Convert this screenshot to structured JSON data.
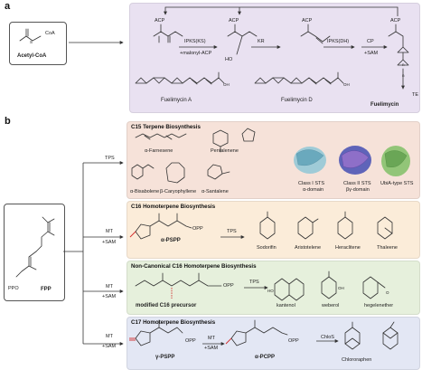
{
  "panel_a": {
    "letter": "a",
    "start_label": "Acetyl-CoA",
    "start_coa": "CoA",
    "start_s": "S",
    "acp": "ACP",
    "steps": [
      {
        "top": "IPKS(KS)",
        "bottom": "+malonyl-ACP"
      },
      {
        "top": "KR",
        "bottom": ""
      },
      {
        "top": "IPKS(DH)",
        "bottom": ""
      },
      {
        "top": "CP",
        "bottom": "+SAM"
      }
    ],
    "te_label": "TE",
    "ho_label": "HO",
    "o_label": "O",
    "n_label": "n",
    "oh_label": "OH",
    "products": [
      {
        "name": "Fuelimycin A",
        "bold": false
      },
      {
        "name": "Fuelimycin D",
        "bold": false
      },
      {
        "name": "Fuelimycin",
        "bold": true
      }
    ]
  },
  "panel_b": {
    "letter": "b",
    "start_label": "FPP",
    "start_ppo": "PPO",
    "branch_labels": [
      {
        "top": "TPS",
        "bottom": ""
      },
      {
        "top": "MT",
        "bottom": "+SAM"
      },
      {
        "top": "MT",
        "bottom": "+SAM"
      },
      {
        "top": "MT",
        "bottom": "+SAM"
      }
    ],
    "opp": "OPP",
    "ho": "HO",
    "oh": "OH",
    "o": "O",
    "sections": [
      {
        "title": "C15 Terpene Biosynthesis",
        "color": "#f6e2d9",
        "compounds": [
          "α-Farnesene",
          "Pentalenene",
          "α-Bisabolene",
          "β-Caryophyllene",
          "α-Santalene"
        ],
        "proteins": [
          {
            "line1": "Class I STS",
            "line2": "α-domain",
            "color": "#8fc7d6"
          },
          {
            "line1": "Class II STS",
            "line2": "βγ-domain",
            "color": "#4f57b5"
          },
          {
            "line1": "UbiA-type STS",
            "line2": "",
            "color": "#87c26d"
          }
        ]
      },
      {
        "title": "C16 Homoterpene Biosynthesis",
        "color": "#fbecd9",
        "precursor": "α-PSPP",
        "enzyme": "TPS",
        "compounds": [
          "Sodorifin",
          "Aristotelene",
          "Heraclitene",
          "Thaleene"
        ]
      },
      {
        "title": "Non-Canonical C16 Homoterpene Biosynthesis",
        "color": "#e6f0dc",
        "precursor": "modified C16 precursor",
        "enzyme": "TPS",
        "compounds": [
          "kantenol",
          "weberol",
          "hegelenether"
        ]
      },
      {
        "title": "C17 Homoterpene Biosynthesis",
        "color": "#e3e7f4",
        "precursor": "γ-PSPP",
        "enzyme_top": "MT",
        "enzyme_bottom": "+SAM",
        "intermediate": "α-PCPP",
        "enzyme2": "ChloS",
        "compounds": [
          "Chlororaphen"
        ]
      }
    ]
  }
}
